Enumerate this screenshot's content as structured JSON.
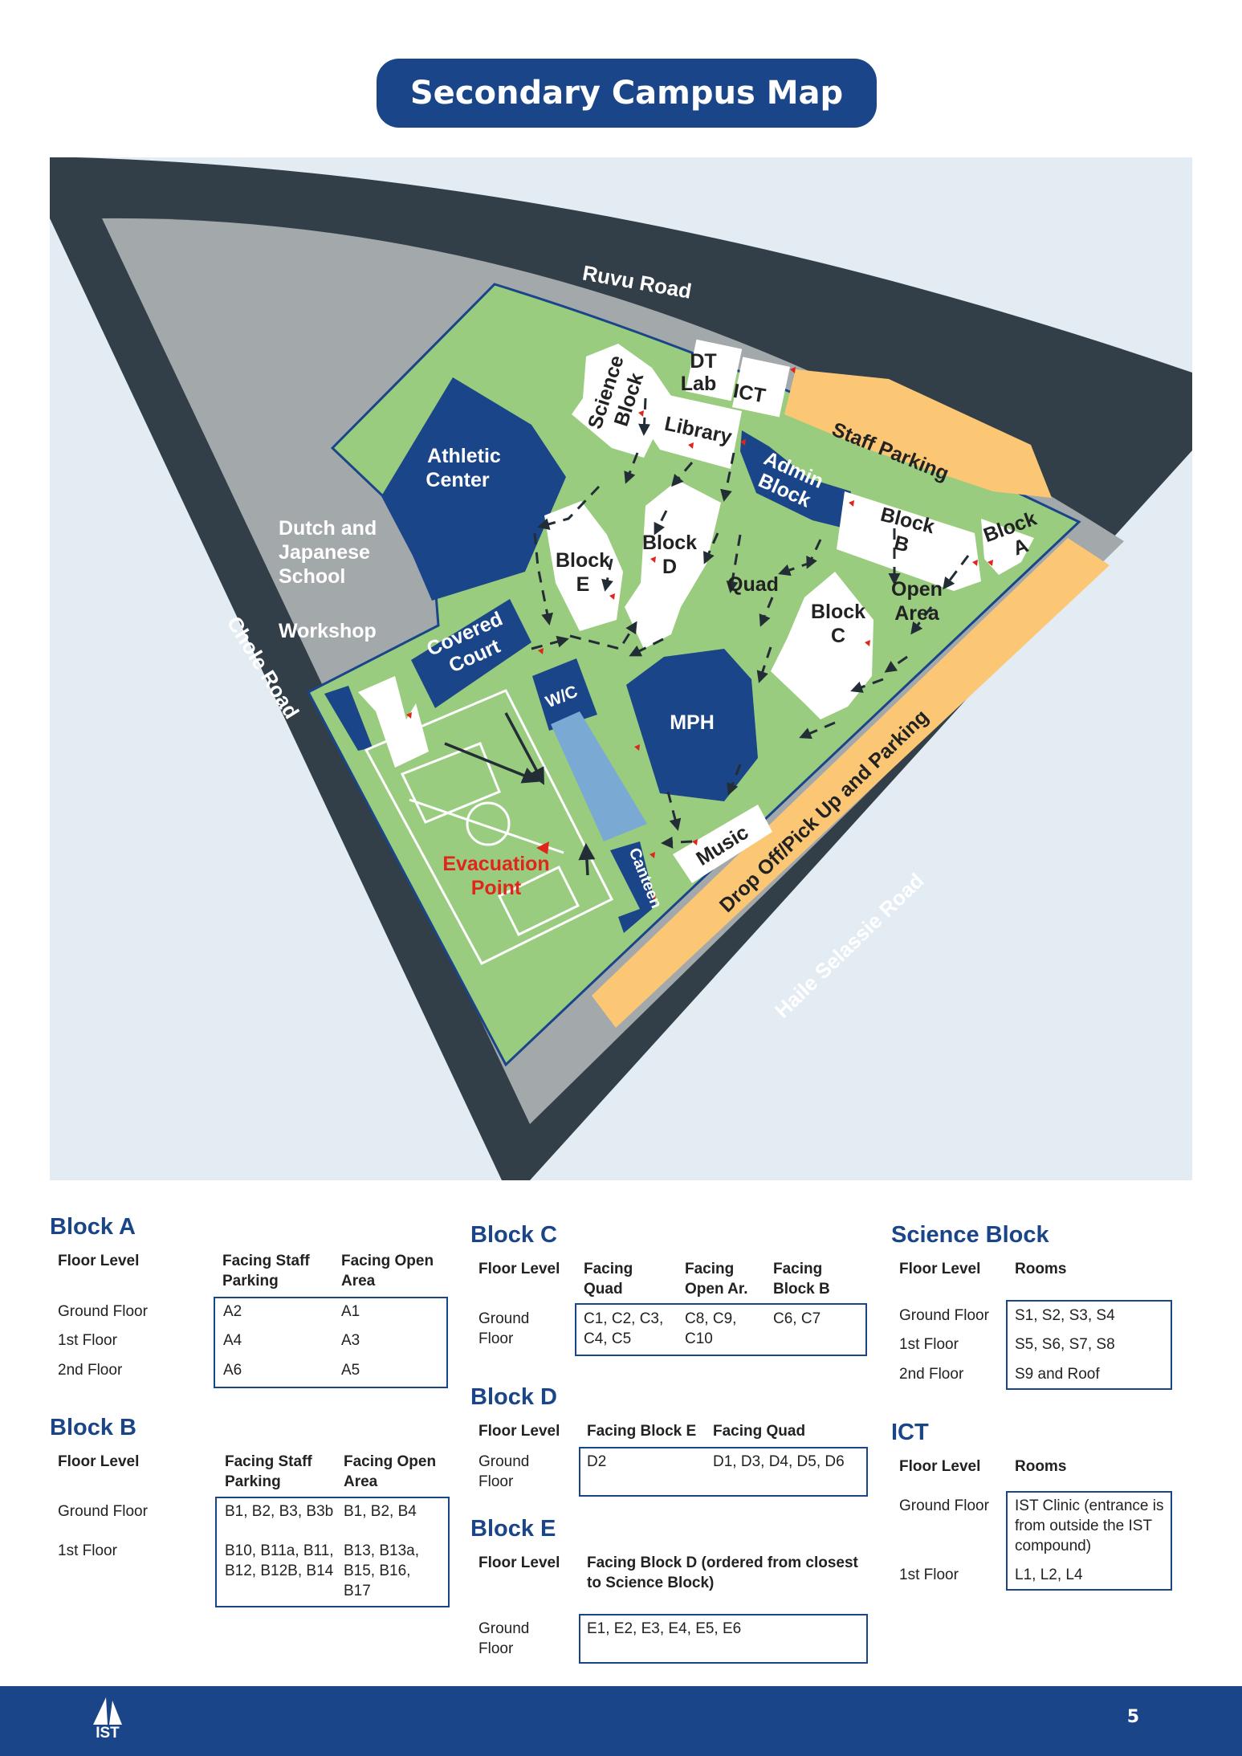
{
  "title": "Secondary Campus Map",
  "map": {
    "roads": [
      "Ruvu Road",
      "Chole Road",
      "Haile Selassie Road"
    ],
    "labels": {
      "athletic": [
        "Athletic",
        "Center"
      ],
      "dutch": [
        "Dutch and",
        "Japanese",
        "School"
      ],
      "workshop": "Workshop",
      "covered": [
        "Covered",
        "Court"
      ],
      "wc": "W/C",
      "mph": "MPH",
      "canteen": "Canteen",
      "music": "Music",
      "science": [
        "Science",
        "Block"
      ],
      "dtlab": [
        "DT",
        "Lab"
      ],
      "ict": "ICT",
      "library": "Library",
      "admin": [
        "Admin",
        "Block"
      ],
      "staffparking": "Staff Parking",
      "blockb": [
        "Block",
        "B"
      ],
      "blocka": [
        "Block",
        "A"
      ],
      "blocke": [
        "Block",
        "E"
      ],
      "blockd": [
        "Block",
        "D"
      ],
      "quad": "Quad",
      "openarea": [
        "Open",
        "Area"
      ],
      "blockc": [
        "Block",
        "C"
      ],
      "evac": [
        "Evacuation",
        "Point"
      ],
      "dropoff": "Drop Off/Pick Up and Parking"
    },
    "colors": {
      "water": "#e3ebf3",
      "road": "#323e48",
      "grey": "#a3a8ab",
      "green": "#99cc7f",
      "navy": "#1b4589",
      "orange": "#fcc775",
      "pool": "#7aaad4",
      "arrow": "#222d36",
      "red": "#e0261b"
    }
  },
  "blocks": {
    "a": {
      "title": "Block A",
      "headers": [
        "Floor Level",
        "Facing Staff Parking",
        "Facing Open Area"
      ],
      "rows": [
        [
          "Ground Floor",
          "A2",
          "A1"
        ],
        [
          "1st Floor",
          "A4",
          "A3"
        ],
        [
          "2nd Floor",
          "A6",
          "A5"
        ]
      ]
    },
    "b": {
      "title": "Block B",
      "headers": [
        "Floor Level",
        "Facing Staff Parking",
        "Facing Open Area"
      ],
      "rows": [
        [
          "Ground Floor",
          "B1, B2, B3, B3b",
          "B1, B2, B4"
        ],
        [
          "1st Floor",
          "B10,  B11a, B11, B12, B12B,  B14",
          "B13,  B13a, B15, B16, B17"
        ]
      ]
    },
    "c": {
      "title": "Block C",
      "headers": [
        "Floor Level",
        "Facing Quad",
        "Facing Open Ar.",
        "Facing Block B"
      ],
      "rows": [
        [
          "Ground Floor",
          "C1, C2, C3, C4, C5",
          "C8, C9, C10",
          "C6, C7"
        ]
      ]
    },
    "d": {
      "title": "Block D",
      "headers": [
        "Floor Level",
        "Facing Block E",
        "Facing Quad"
      ],
      "rows": [
        [
          "Ground Floor",
          "D2",
          "D1, D3, D4, D5, D6"
        ]
      ]
    },
    "e": {
      "title": "Block E",
      "headers": [
        "Floor Level",
        "Facing Block D (ordered from closest to Science Block)"
      ],
      "rows": [
        [
          "Ground Floor",
          "E1, E2, E3, E4, E5, E6"
        ]
      ]
    },
    "science": {
      "title": "Science Block",
      "headers": [
        "Floor Level",
        "Rooms"
      ],
      "rows": [
        [
          "Ground Floor",
          "S1, S2, S3, S4"
        ],
        [
          "1st Floor",
          "S5, S6, S7, S8"
        ],
        [
          "2nd Floor",
          "S9 and Roof"
        ]
      ]
    },
    "ict": {
      "title": "ICT",
      "headers": [
        "Floor Level",
        "Rooms"
      ],
      "rows": [
        [
          "Ground Floor",
          "IST Clinic (entrance is from outside the IST compound)"
        ],
        [
          "1st Floor",
          "L1, L2, L4"
        ]
      ]
    }
  },
  "footer": {
    "logo": "IST",
    "page": "5"
  }
}
